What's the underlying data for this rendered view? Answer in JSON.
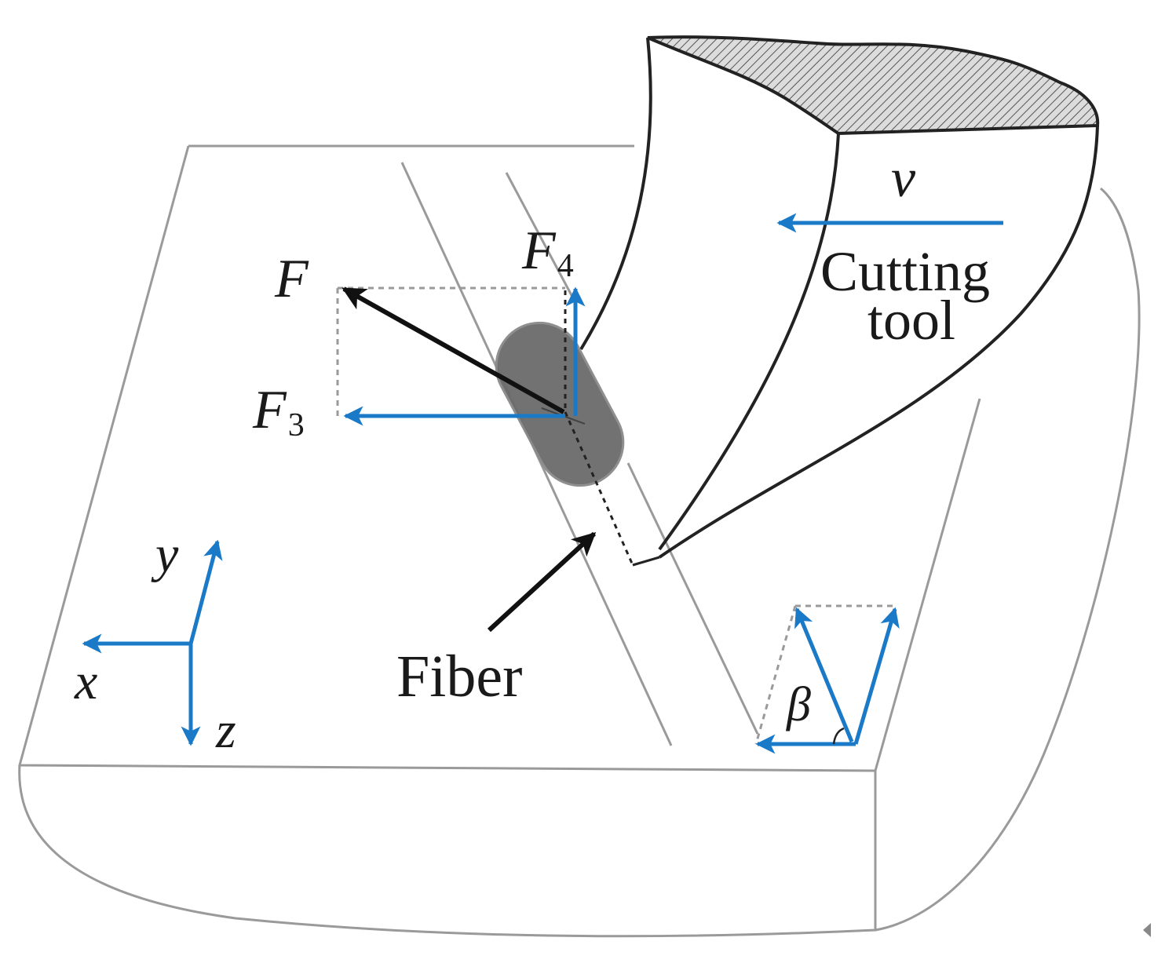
{
  "labels": {
    "force": "F",
    "force_3": "F",
    "force_3_sub": "3",
    "force_4": "F",
    "force_4_sub": "4",
    "velocity": "v",
    "tool_line1": "Cutting",
    "tool_line2": "tool",
    "fiber": "Fiber",
    "axis_x": "x",
    "axis_y": "y",
    "axis_z": "z",
    "angle": "β"
  },
  "colors": {
    "vector_blue": "#1a7ac8",
    "outline": "#9a9a9a",
    "tool_outline": "#222222",
    "fiber_fill": "#6b6b6b",
    "hatch": "#555555",
    "force_black": "#111111"
  },
  "icons": {
    "corner_mark": "left-triangle-icon"
  }
}
